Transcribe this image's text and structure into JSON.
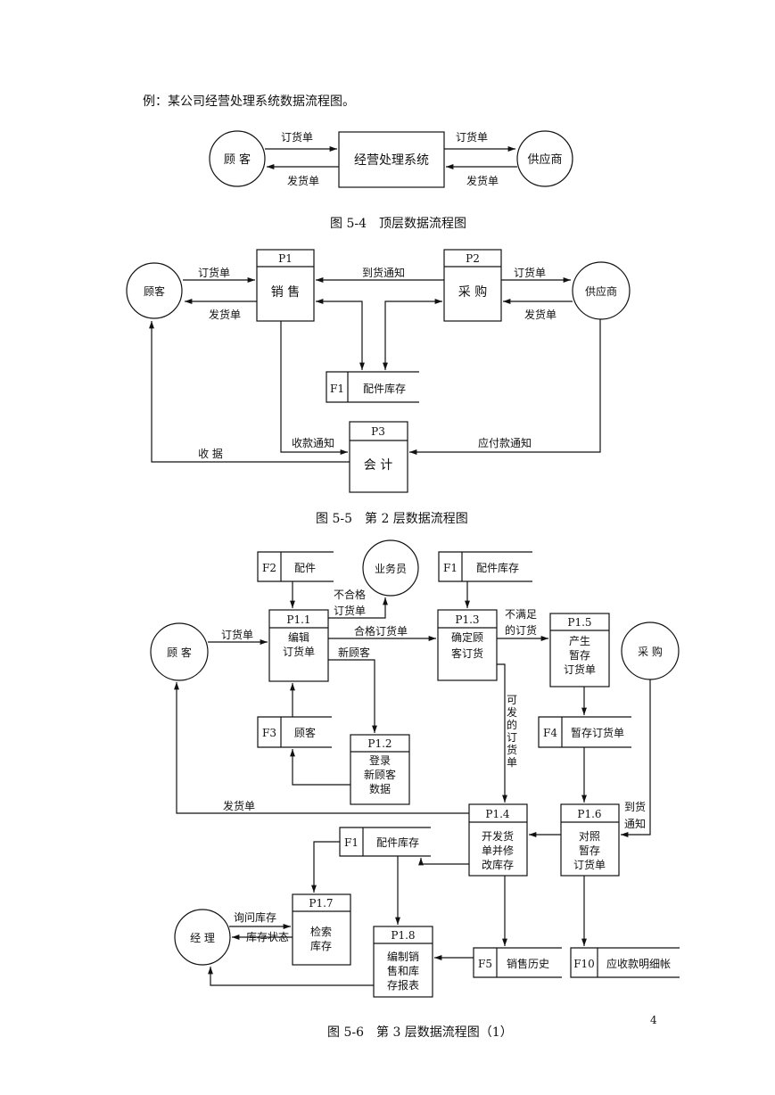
{
  "intro": "例：某公司经营处理系统数据流程图。",
  "fig4": {
    "caption": "图 5-4　顶层数据流程图",
    "customer": "顾 客",
    "system": "经营处理系统",
    "supplier": "供应商",
    "flows": {
      "order_in": "订货单",
      "ship_out": "发货单",
      "order_out": "订货单",
      "ship_in": "发货单"
    }
  },
  "fig5": {
    "caption": "图 5-5　第 2 层数据流程图",
    "customer": "顾客",
    "supplier": "供应商",
    "p1": {
      "id": "P1",
      "name": "销 售"
    },
    "p2": {
      "id": "P2",
      "name": "采 购"
    },
    "p3": {
      "id": "P3",
      "name": "会 计"
    },
    "f1": {
      "id": "F1",
      "name": "配件库存"
    },
    "flows": {
      "order": "订货单",
      "ship": "发货单",
      "arrival": "到货通知",
      "order2": "订货单",
      "ship2": "发货单",
      "collect": "收款通知",
      "payable": "应付款通知",
      "receipt": "收 据"
    }
  },
  "fig6": {
    "caption": "图 5-6　第 3 层数据流程图（1）",
    "customer": "顾 客",
    "salesman": "业务员",
    "purchase": "采 购",
    "manager": "经 理",
    "processes": {
      "p11": {
        "id": "P1.1",
        "l1": "编辑",
        "l2": "订货单"
      },
      "p12": {
        "id": "P1.2",
        "l1": "登录",
        "l2": "新顾客",
        "l3": "数据"
      },
      "p13": {
        "id": "P1.3",
        "l1": "确定顾",
        "l2": "客订货"
      },
      "p14": {
        "id": "P1.4",
        "l1": "开发货",
        "l2": "单并修",
        "l3": "改库存"
      },
      "p15": {
        "id": "P1.5",
        "l1": "产生",
        "l2": "暂存",
        "l3": "订货单"
      },
      "p16": {
        "id": "P1.6",
        "l1": "对照",
        "l2": "暂存",
        "l3": "订货单"
      },
      "p17": {
        "id": "P1.7",
        "l1": "检索",
        "l2": "库存"
      },
      "p18": {
        "id": "P1.8",
        "l1": "编制销",
        "l2": "售和库",
        "l3": "存报表"
      }
    },
    "stores": {
      "f2": {
        "id": "F2",
        "name": "配件"
      },
      "f1a": {
        "id": "F1",
        "name": "配件库存"
      },
      "f3": {
        "id": "F3",
        "name": "顾客"
      },
      "f4": {
        "id": "F4",
        "name": "暂存订货单"
      },
      "f1b": {
        "id": "F1",
        "name": "配件库存"
      },
      "f5": {
        "id": "F5",
        "name": "销售历史"
      },
      "f10": {
        "id": "F10",
        "name": "应收款明细帐"
      }
    },
    "flows": {
      "order": "订货单",
      "reject1": "不合格",
      "reject2": "订货单",
      "qualified": "合格订货单",
      "newcust": "新顾客",
      "unmet1": "不满足",
      "unmet2": "的订货",
      "deliverable": [
        "可",
        "发",
        "的",
        "订",
        "货",
        "单"
      ],
      "ship": "发货单",
      "arrival1": "到货",
      "arrival2": "通知",
      "query": "询问库存",
      "status": "库存状态"
    }
  },
  "page_number": "4"
}
